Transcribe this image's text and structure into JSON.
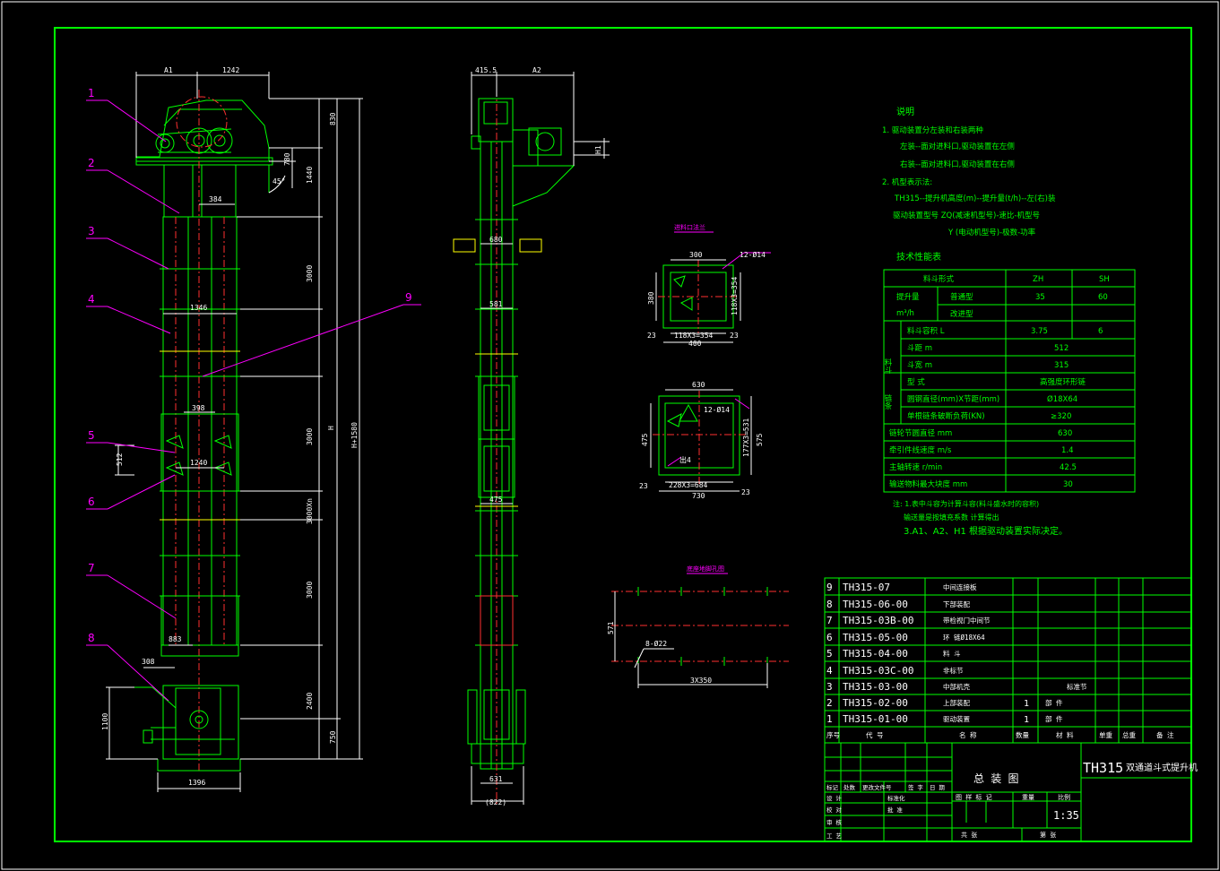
{
  "colors": {
    "background": "#000000",
    "frame": "#00ff00",
    "dimension": "#ffffff",
    "leader": "#ff00ff",
    "centerline": "#ff3030",
    "highlight": "#ffff00"
  },
  "part_callouts": [
    "1",
    "2",
    "3",
    "4",
    "5",
    "6",
    "7",
    "8",
    "9"
  ],
  "front_view_dims": {
    "a1": "A1",
    "w1242": "1242",
    "d384": "384",
    "d1346": "1346",
    "d398": "398",
    "d1240": "1240",
    "d883": "883",
    "d308": "308",
    "d1396": "1396",
    "v830": "830",
    "v780": "780",
    "v1440": "1440",
    "v3000a": "3000",
    "v3000b": "3000",
    "v3000n": "3000Xn",
    "v3000c": "3000",
    "v2400": "2400",
    "v750": "750",
    "vH": "H",
    "vH1580": "H+1580",
    "v512": "512",
    "v1100": "1100",
    "ang": "45°"
  },
  "side_view_dims": {
    "d415": "415.5",
    "a2": "A2",
    "h1": "H1",
    "d680": "680",
    "d581": "581",
    "d475": "475",
    "d631": "631",
    "d822": "(822)"
  },
  "inlet_detail": {
    "title": "进料口法兰",
    "d300": "300",
    "d12": "12-Ø14",
    "d380": "380",
    "d118": "118X3=354",
    "d23": "23",
    "d400": "400",
    "d23b": "23",
    "d118v": "118X3=354"
  },
  "outlet_detail": {
    "d630": "630",
    "d12": "12-Ø14",
    "d475": "475",
    "d177": "177X3=531",
    "d575": "575",
    "d23": "23",
    "d228": "228X3=684",
    "d730": "730",
    "d23b": "23",
    "note": "出4"
  },
  "base_detail": {
    "title": "底座地脚孔图",
    "d571": "571",
    "d8": "8-Ø22",
    "d3x350": "3X350"
  },
  "notes": {
    "title": "说明",
    "l1": "1. 驱动装置分左装和右装两种",
    "l1a": "左装--面对进料口,驱动装置在左侧",
    "l1b": "右装--面对进料口,驱动装置在右侧",
    "l2": "2. 机型表示法:",
    "l2a": "TH315--提升机高度(m)--提升量(t/h)--左(右)装",
    "l2b": "驱动装置型号 ZQ(减速机型号)-速比-机型号",
    "l2c": "Y (电动机型号)-极数-功率"
  },
  "perf_title": "技术性能表",
  "perf_table": {
    "header": [
      "料斗形式",
      "ZH",
      "SH"
    ],
    "r_cap_label": "提升量",
    "r_cap_unit": "m³/h",
    "r_cap1_name": "普通型",
    "r_cap1": [
      "35",
      "60"
    ],
    "r_cap2_name": "改进型",
    "r_cap2": [
      "",
      ""
    ],
    "hopper": "料斗",
    "r_vol": [
      "料斗容积 L",
      "3.75",
      "6"
    ],
    "r_pitch": [
      "斗距 m",
      "512"
    ],
    "r_width": [
      "斗宽 m",
      "315"
    ],
    "chain": "链条",
    "r_type": [
      "型 式",
      "高强度环形链"
    ],
    "r_dia": [
      "圆钢直径(mm)X节距(mm)",
      "Ø18X64"
    ],
    "r_load": [
      "单根链条破断负荷(KN)",
      "≥320"
    ],
    "r_sprocket": [
      "链轮节圆直径 mm",
      "630"
    ],
    "r_speed": [
      "牵引件线速度 m/s",
      "1.4"
    ],
    "r_rpm": [
      "主轴转速 r/min",
      "42.5"
    ],
    "r_size": [
      "输送物料最大块度 mm",
      "30"
    ]
  },
  "table_notes": {
    "n1": "注: 1.表中斗容为计算斗容(料斗盛水时的容积)",
    "n2": "输送量是按填充系数 计算得出",
    "n3": "3.A1、A2、H1 根据驱动装置实际决定。"
  },
  "bom": [
    {
      "no": "9",
      "code": "TH315-07",
      "name": "中间连接板",
      "qty": "",
      "mat": "",
      "note": ""
    },
    {
      "no": "8",
      "code": "TH315-06-00",
      "name": "下部装配",
      "qty": "",
      "mat": "",
      "note": ""
    },
    {
      "no": "7",
      "code": "TH315-03B-00",
      "name": "带检视门中间节",
      "qty": "",
      "mat": "",
      "note": ""
    },
    {
      "no": "6",
      "code": "TH315-05-00",
      "name": "环 链Ø18X64",
      "qty": "",
      "mat": "",
      "note": ""
    },
    {
      "no": "5",
      "code": "TH315-04-00",
      "name": "料 斗",
      "qty": "",
      "mat": "",
      "note": ""
    },
    {
      "no": "4",
      "code": "TH315-03C-00",
      "name": "非标节",
      "qty": "",
      "mat": "",
      "note": ""
    },
    {
      "no": "3",
      "code": "TH315-03-00",
      "name": "中部机壳",
      "qty": "",
      "mat": "",
      "note": "标准节"
    },
    {
      "no": "2",
      "code": "TH315-02-00",
      "name": "上部装配",
      "qty": "1",
      "mat": "部 件",
      "note": ""
    },
    {
      "no": "1",
      "code": "TH315-01-00",
      "name": "驱动装置",
      "qty": "1",
      "mat": "部 件",
      "note": ""
    }
  ],
  "bom_header": {
    "no": "序号",
    "code": "代 号",
    "name": "名 称",
    "qty": "数量",
    "mat": "材 料",
    "unitw": "单重",
    "totw": "总重",
    "note": "备 注"
  },
  "title_block": {
    "drawing": "总 装 图",
    "product_code": "TH315",
    "product_name": "双通道斗式提升机",
    "scale_label": "比例",
    "scale": "1:35",
    "stage": "图 样 标 记",
    "weight": "重量",
    "sheet1": "共 张",
    "sheet2": "第 张",
    "r_mark": "标记",
    "r_count": "处数",
    "r_file": "更改文件号",
    "r_sign": "签 字",
    "r_date": "日 期",
    "design": "设 计",
    "check": "校 对",
    "audit": "审 核",
    "craft": "工 艺",
    "std": "标准化",
    "approve": "批 准"
  }
}
